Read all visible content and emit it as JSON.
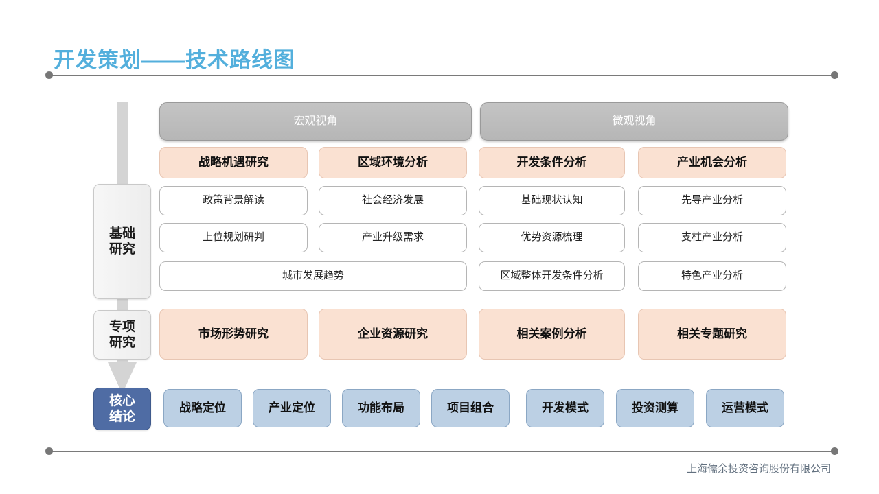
{
  "page": {
    "title": "开发策划——技术路线图",
    "title_color": "#53AFDC",
    "footer_company": "上海儒余投资咨询股份有限公司",
    "background": "#FFFFFF"
  },
  "stages": [
    {
      "key": "basic",
      "label": "基础\n研究",
      "label_line1": "基础",
      "label_line2": "研究",
      "style": "gray"
    },
    {
      "key": "special",
      "label": "专项\n研究",
      "label_line1": "专项",
      "label_line2": "研究",
      "style": "gray"
    },
    {
      "key": "core",
      "label": "核心\n结论",
      "label_line1": "核心",
      "label_line2": "结论",
      "style": "blue",
      "color": "#4F6CA4"
    }
  ],
  "perspectives": [
    {
      "key": "macro",
      "label": "宏观视角"
    },
    {
      "key": "micro",
      "label": "微观视角"
    }
  ],
  "basic_research": {
    "headings": [
      "战略机遇研究",
      "区域环境分析",
      "开发条件分析",
      "产业机会分析"
    ],
    "row1": [
      "政策背景解读",
      "社会经济发展",
      "基础现状认知",
      "先导产业分析"
    ],
    "row2": [
      "上位规划研判",
      "产业升级需求",
      "优势资源梳理",
      "支柱产业分析"
    ],
    "row3": [
      "城市发展趋势",
      "区域整体开发条件分析",
      "特色产业分析"
    ]
  },
  "special_research": {
    "items": [
      "市场形势研究",
      "企业资源研究",
      "相关案例分析",
      "相关专题研究"
    ]
  },
  "core_conclusions": {
    "items": [
      "战略定位",
      "产业定位",
      "功能布局",
      "项目组合",
      "开发模式",
      "投资测算",
      "运营模式"
    ]
  },
  "colors": {
    "peach": "#FAE1D2",
    "light_blue": "#BCD0E4",
    "core_blue": "#4F6CA4",
    "header_gray": "#BDBDBD",
    "arrow_gray": "#D4D4D4",
    "rule_gray": "#777777"
  }
}
